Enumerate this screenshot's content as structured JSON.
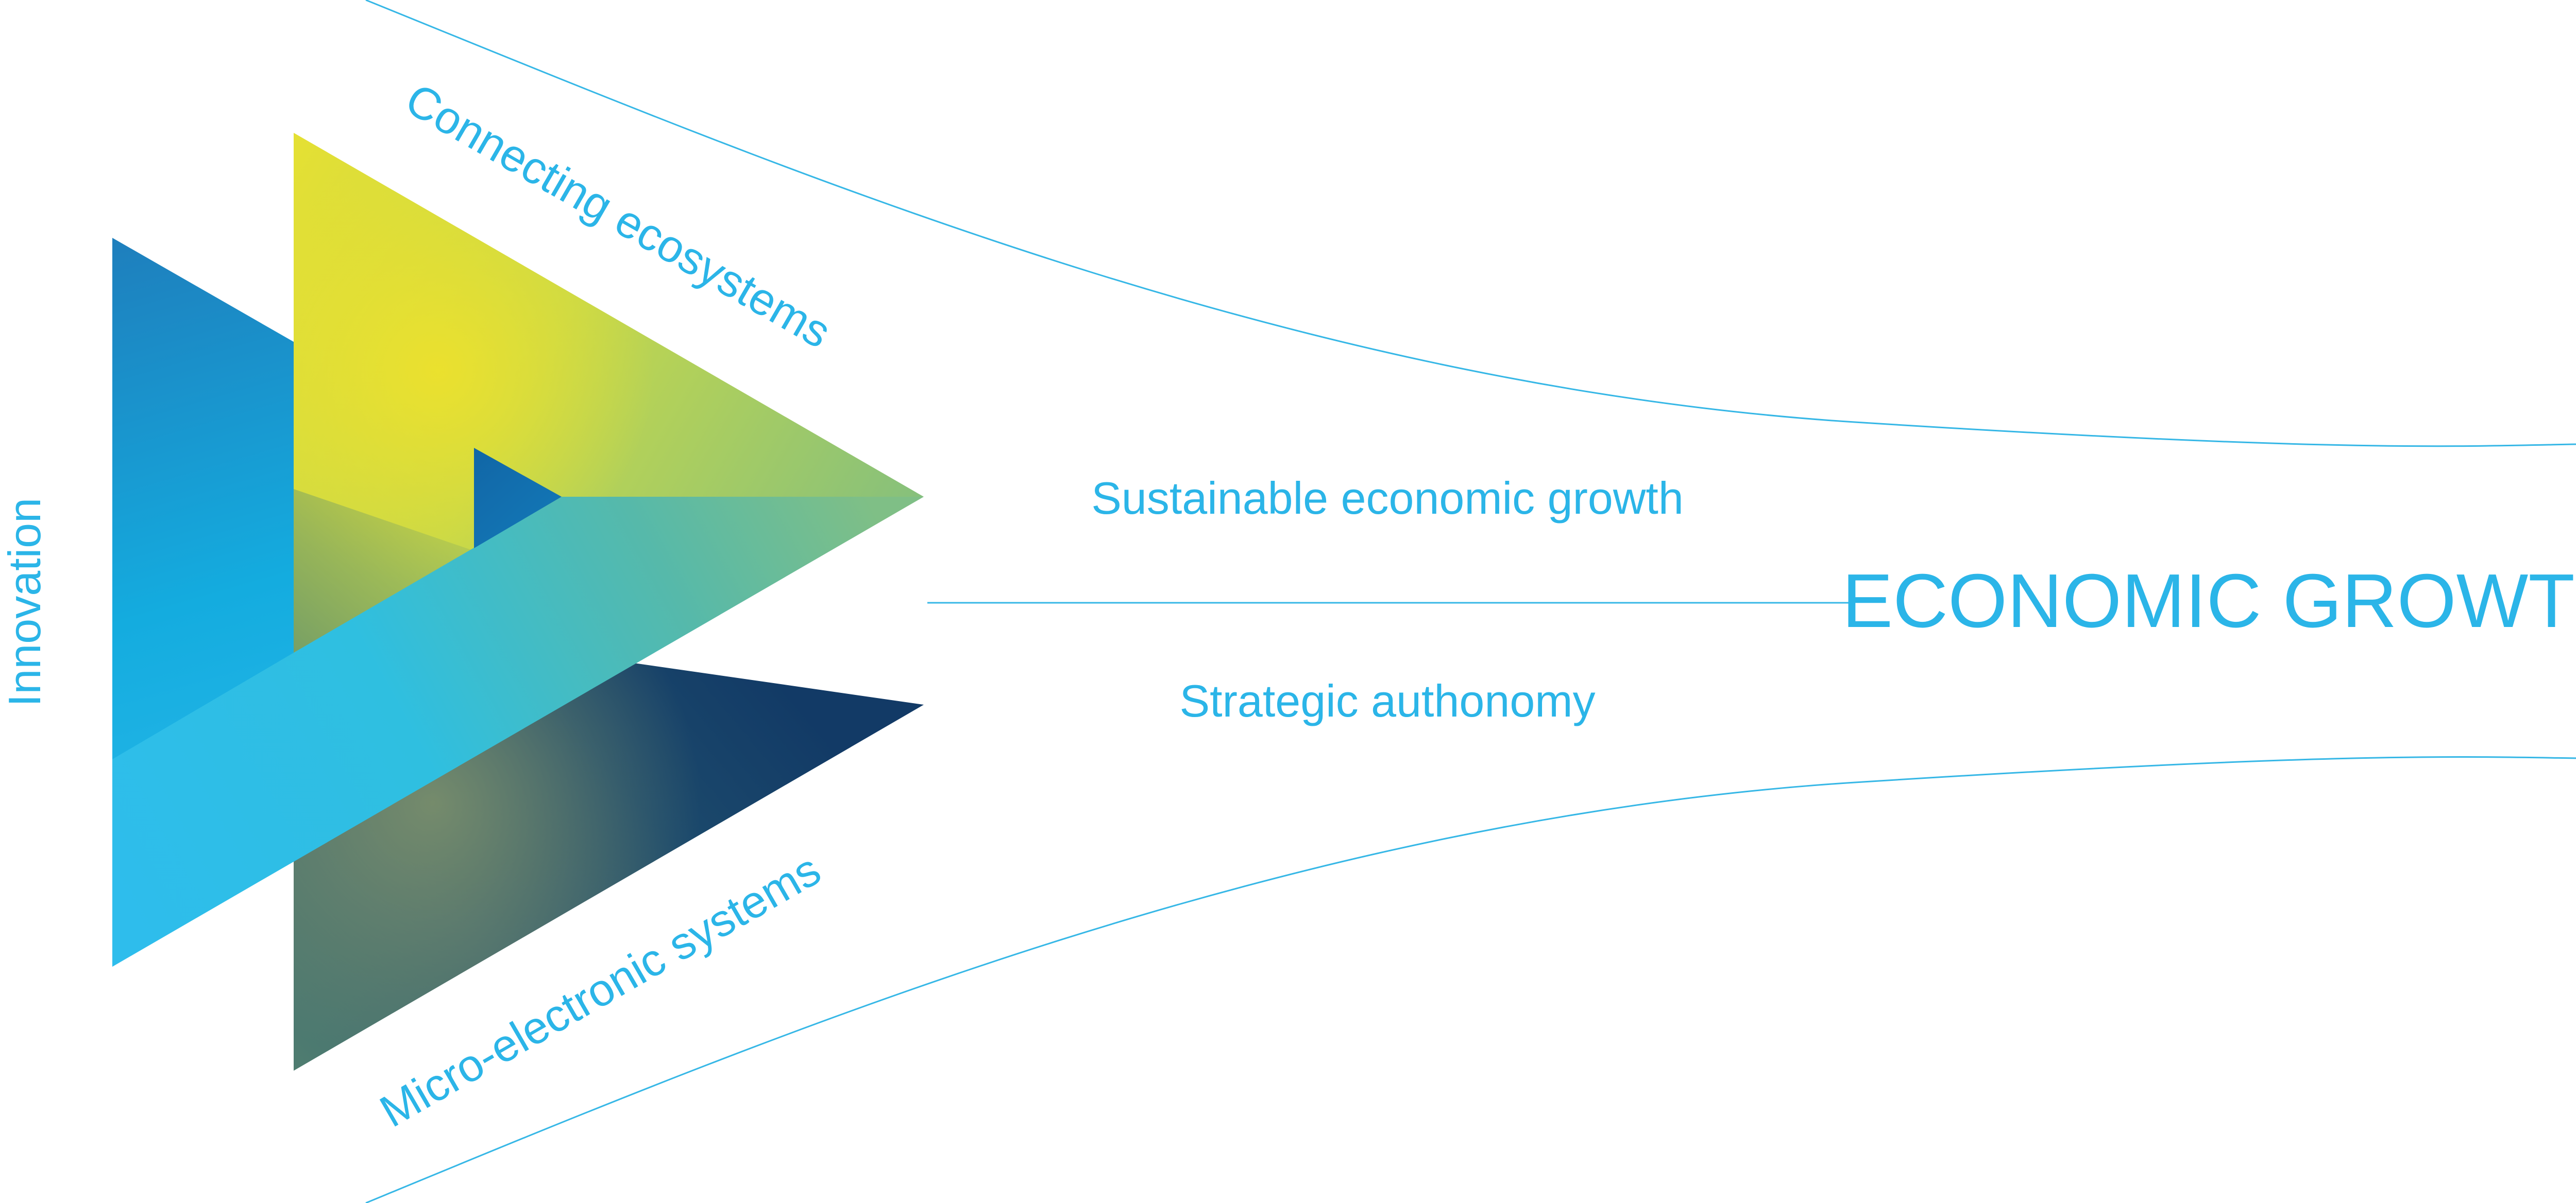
{
  "labels": {
    "innovation": "Innovation",
    "connecting": "Connecting ecosystems",
    "micro": "Micro-electronic systems",
    "sustainable": "Sustainable economic growth",
    "strategic": "Strategic authonomy",
    "economic_growth": "ECONOMIC GROWTH"
  },
  "colors": {
    "text": "#2bb5e8",
    "line": "#36b7e6",
    "dark_navy": "#123a66",
    "sky_blue": "#29b6e8",
    "yellow": "#e2df31",
    "green": "#8cc277",
    "olive": "#657a58"
  }
}
